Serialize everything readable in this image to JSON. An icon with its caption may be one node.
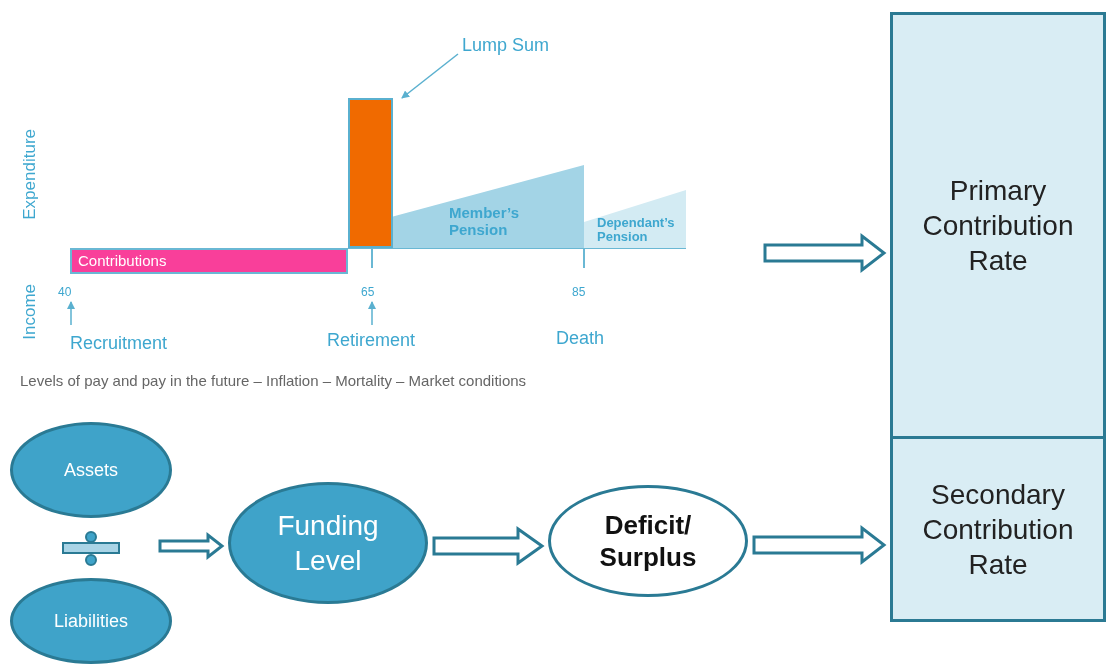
{
  "diagram": {
    "nodes": [
      {
        "text": [
          "Contributions"
        ]
      },
      {
        "text": [],
        "shape": "bar"
      },
      {
        "text": [
          "Member’s Pension"
        ]
      },
      {
        "text": [
          "Dependant’s Pension"
        ]
      },
      {
        "text": [
          "Lump Sum"
        ]
      },
      {
        "text": [
          "Primary Contribution Rate"
        ]
      },
      {
        "text": [
          "Secondary Contribution Rate"
        ]
      },
      {
        "text": [
          "Assets"
        ]
      },
      {
        "text": [
          "Liabilities"
        ]
      },
      {
        "text": [
          "Funding Level"
        ]
      },
      {
        "text": [
          "Deficit/ Surplus"
        ]
      }
    ],
    "edges": [
      {
        "from": 4,
        "to": 1,
        "arrow": "to"
      },
      {
        "from": null,
        "to": 5,
        "arrow": "to"
      },
      {
        "from": null,
        "to": 9,
        "arrow": "to"
      },
      {
        "from": 9,
        "to": 10,
        "arrow": "to"
      },
      {
        "from": 10,
        "to": 6,
        "arrow": "to"
      }
    ],
    "labels": [
      "Expenditure",
      "Income",
      "40",
      "65",
      "85",
      "Recruitment",
      "Retirement",
      "Death",
      "Levels of pay and pay in the future – Inflation – Mortality – Market conditions"
    ]
  }
}
